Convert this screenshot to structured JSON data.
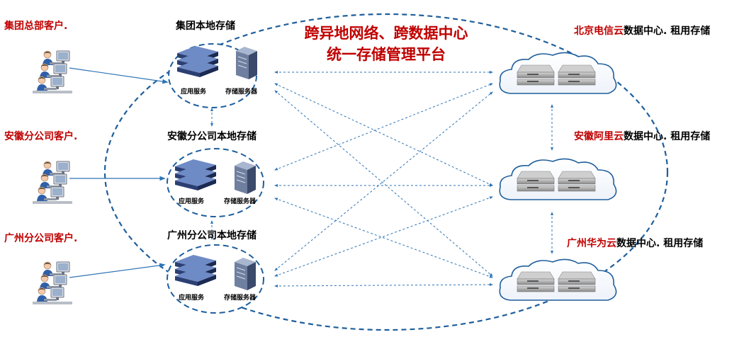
{
  "title": {
    "line1": "跨异地网络、跨数据中心",
    "line2": "统一存储管理平台"
  },
  "clients": [
    {
      "label": "集团总部客户."
    },
    {
      "label": "安徽分公司客户."
    },
    {
      "label": "广州分公司客户."
    }
  ],
  "local_storage": [
    {
      "label": "集团本地存储",
      "app_label": "应用服务",
      "storage_label": "存储服务器"
    },
    {
      "label": "安徽分公司本地存储",
      "app_label": "应用服务",
      "storage_label": "存储服务器"
    },
    {
      "label": "广州分公司本地存储",
      "app_label": "应用服务",
      "storage_label": "存储服务器"
    }
  ],
  "cloud_centers": [
    {
      "provider": "北京电信云",
      "suffix": "数据中心. 租用存储"
    },
    {
      "provider": "安徽阿里云",
      "suffix": "数据中心. 租用存储"
    },
    {
      "provider": "广州华为云",
      "suffix": "数据中心. 租用存储"
    }
  ],
  "colors": {
    "accent_red": "#c00000",
    "line_blue": "#2e75b6",
    "ring_blue": "#1f5f9c",
    "server_navy": "#2b3f73"
  }
}
